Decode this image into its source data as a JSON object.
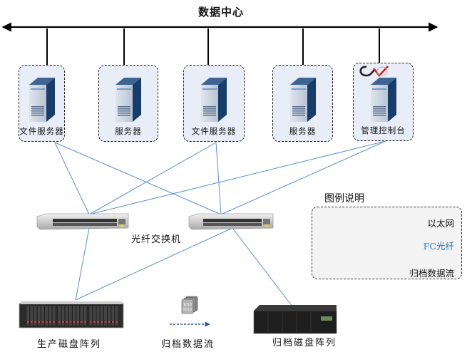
{
  "title": "数据中心",
  "nodes": [
    {
      "id": "file-server-1",
      "label": "文件服务器",
      "type": "server"
    },
    {
      "id": "server-1",
      "label": "服务器",
      "type": "server"
    },
    {
      "id": "file-server-2",
      "label": "文件服务器",
      "type": "server"
    },
    {
      "id": "server-2",
      "label": "服务器",
      "type": "server"
    },
    {
      "id": "management-console",
      "label": "管理控制台",
      "type": "server",
      "badge": "cv-logo-icon"
    }
  ],
  "switch_label": "光纤交换机",
  "storage": {
    "production_label": "生产磁盘阵列",
    "archive_flow_label": "归档数据流",
    "archive_label": "归档磁盘阵列"
  },
  "legend": {
    "title": "图例说明",
    "items": [
      {
        "label": "以太网",
        "style": "double-arrow",
        "color": "#000000"
      },
      {
        "label": "FC光纤",
        "style": "thin-line",
        "color": "#2e75b6"
      },
      {
        "label": "归档数据流",
        "style": "dashed-arrow",
        "color": "#2e5c9e"
      }
    ]
  },
  "colors": {
    "ethernet": "#000000",
    "fiber": "#5b8fd0",
    "archive_flow": "#2e5c9e",
    "node_bg": "#e8edf8",
    "legend_fc_text": "#2e75b6"
  }
}
